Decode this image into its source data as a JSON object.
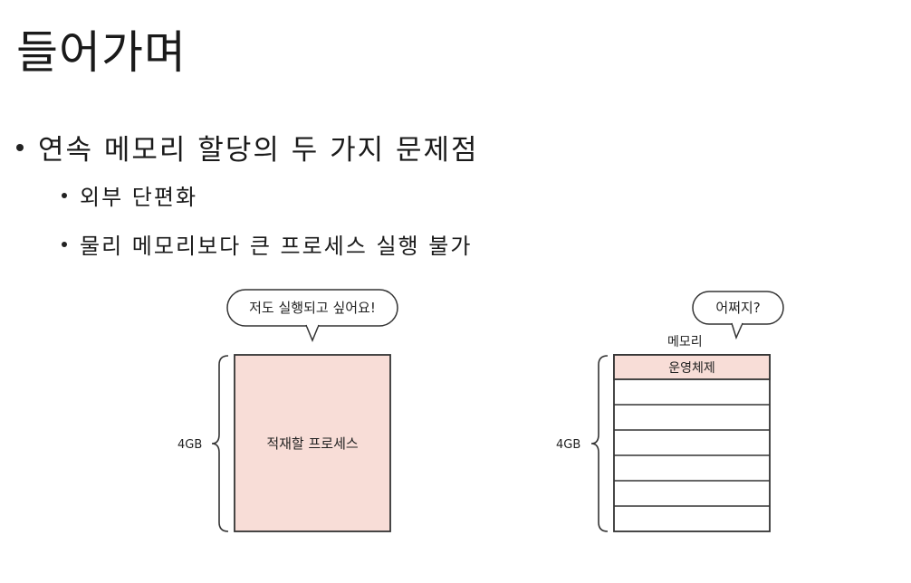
{
  "slide": {
    "title": "들어가며",
    "bullets": [
      {
        "text": "연속 메모리 할당의 두 가지 문제점",
        "sub": [
          "외부 단편화",
          "물리 메모리보다 큰 프로세스 실행 불가"
        ]
      }
    ]
  },
  "diagram_left": {
    "speech": "저도 실행되고 싶어요!",
    "box_label": "적재할 프로세스",
    "size_label": "4GB",
    "fill_color": "#f8ddd7"
  },
  "diagram_right": {
    "speech": "어쩌지?",
    "memory_label": "메모리",
    "top_slot_label": "운영체제",
    "size_label": "4GB",
    "fill_color": "#f8ddd7"
  }
}
